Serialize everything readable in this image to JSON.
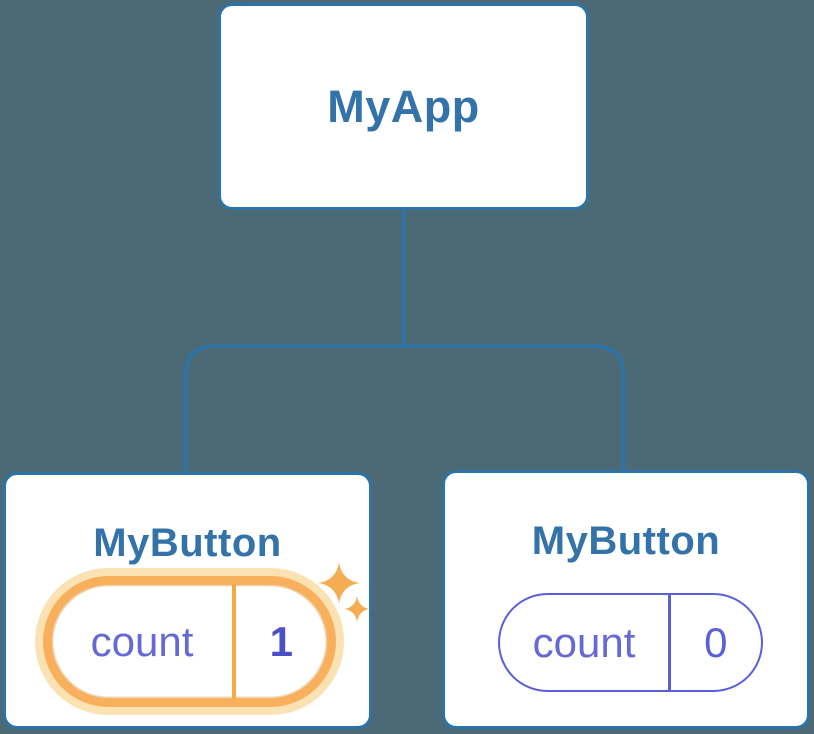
{
  "colors": {
    "background": "#4C6A75",
    "node_border_blue": "#2B73A8",
    "node_title_blue": "#3473A9",
    "connector_blue": "#2B73A8",
    "state_purple": "#5B5FD9",
    "state_key_purple": "#6569D4",
    "state_value_highlight_purple": "#4C50C6",
    "highlight_ring_orange": "#F9B05C",
    "highlight_halo_orange": "#FBE2B3",
    "divider_orange": "#F5A93F",
    "sparkle_orange": "#F6AD52"
  },
  "tree": {
    "root": {
      "label": "MyApp"
    },
    "children": [
      {
        "label": "MyButton",
        "highlighted": true,
        "sparkle": true,
        "state": {
          "key": "count",
          "value": "1"
        }
      },
      {
        "label": "MyButton",
        "highlighted": false,
        "sparkle": false,
        "state": {
          "key": "count",
          "value": "0"
        }
      }
    ]
  }
}
